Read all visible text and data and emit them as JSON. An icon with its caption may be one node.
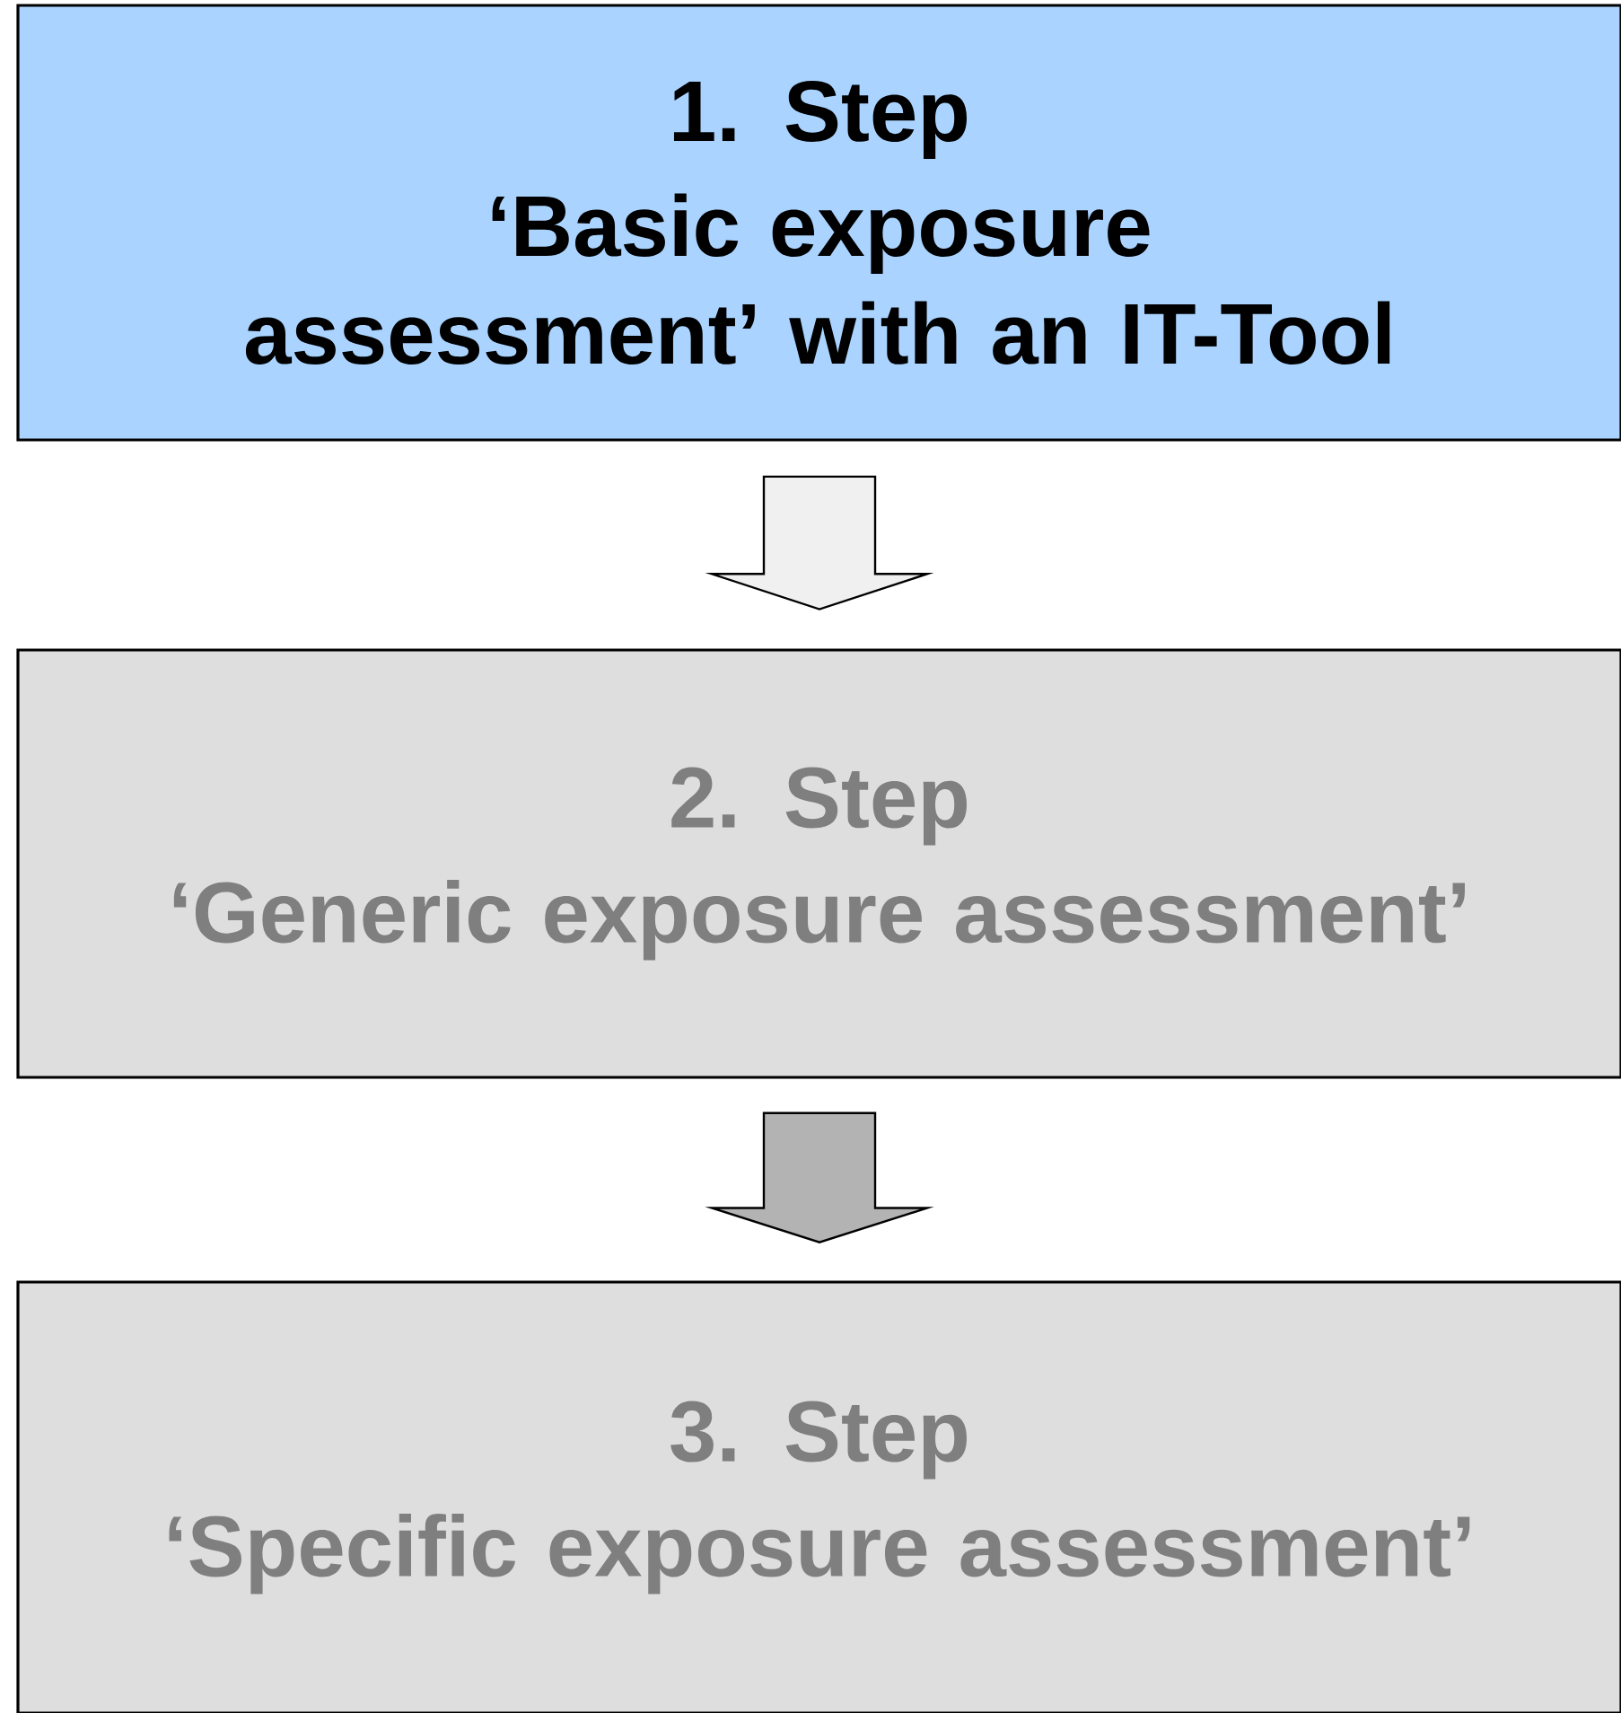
{
  "diagram": {
    "nodes": [
      {
        "text": [
          "1. Step",
          "‘Basic exposure assessment’ with an IT-Tool"
        ]
      },
      {
        "text": [
          "2. Step",
          "‘Generic exposure assessment’"
        ]
      },
      {
        "text": [
          "3. Step",
          "‘Specific exposure assessment’"
        ]
      }
    ],
    "edges": [
      {
        "from": 0,
        "to": 1,
        "arrow": "to"
      },
      {
        "from": 1,
        "to": 2,
        "arrow": "to",
        "color": "#b3b3b3"
      }
    ]
  }
}
